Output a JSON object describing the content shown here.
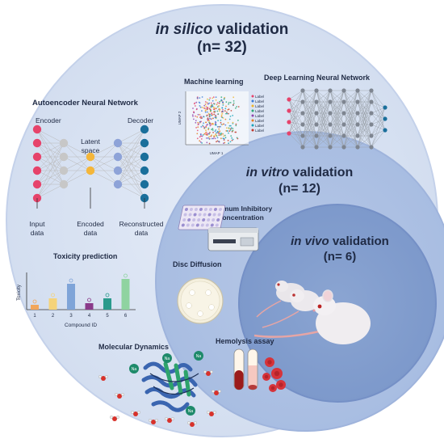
{
  "outer": {
    "title_italic": "in silico",
    "title_rest": " validation",
    "n": "(n= 32)"
  },
  "middle": {
    "title_italic": "in vitro",
    "title_rest": " validation",
    "n": "(n= 12)"
  },
  "inner": {
    "title_italic": "in vivo",
    "title_rest": " validation",
    "n": "(n= 6)"
  },
  "autoencoder": {
    "title": "Autoencoder Neural Network",
    "encoder": "Encoder",
    "decoder": "Decoder",
    "latent1": "Latent",
    "latent2": "space",
    "input1": "Input",
    "input2": "data",
    "encoded1": "Encoded",
    "encoded2": "data",
    "recon1": "Reconstructed",
    "recon2": "data",
    "colors": {
      "input": "#e6436b",
      "hidden": "#c7c7c7",
      "latent": "#f4b63a",
      "dec": "#8ea3d8",
      "out": "#1a6f9b"
    }
  },
  "ml": {
    "title": "Machine learning",
    "xlabel": "UMAP 1",
    "ylabel": "UMAP 2",
    "legend": [
      "Label",
      "Label",
      "Label",
      "Label",
      "Label",
      "Label",
      "Label",
      "Label"
    ]
  },
  "dl": {
    "title": "Deep Learning  Neural Network"
  },
  "toxicity": {
    "title": "Toxicity prediction",
    "ylabel": "Toxicity",
    "xlabel": "Compound ID",
    "chart_data": {
      "type": "bar",
      "categories": [
        "1",
        "2",
        "3",
        "4",
        "5",
        "6"
      ],
      "values": [
        0.15,
        0.35,
        0.8,
        0.2,
        0.35,
        0.95
      ],
      "colors": [
        "#f2a65a",
        "#f5d37a",
        "#7fa4d8",
        "#8a3a8a",
        "#2a9a8c",
        "#8fd3a0"
      ]
    }
  },
  "md": {
    "title": "Molecular Dynamics",
    "ion": "Na"
  },
  "mic": {
    "title1": "Minimum Inhibitory",
    "title2": "Concentration"
  },
  "disc": {
    "title": "Disc Diffusion"
  },
  "hemo": {
    "title": "Hemolysis assay"
  }
}
